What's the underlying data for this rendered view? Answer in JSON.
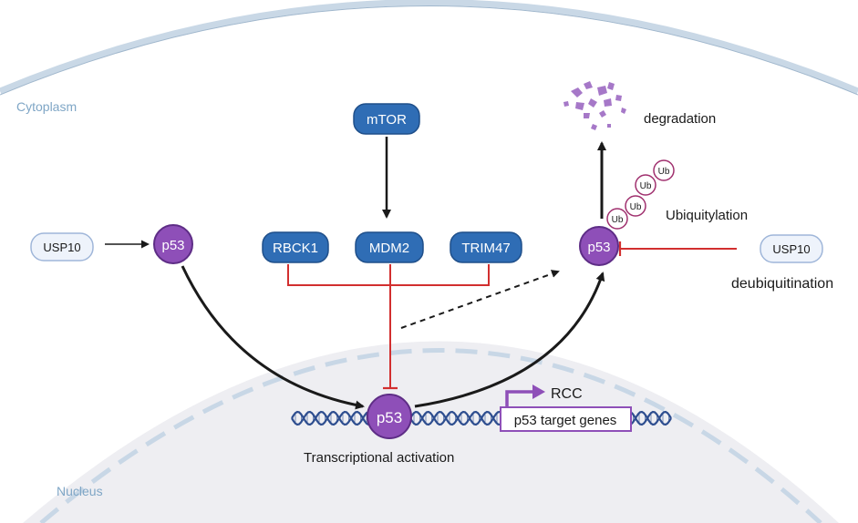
{
  "compartments": {
    "cytoplasm": "Cytoplasm",
    "nucleus": "Nucleus"
  },
  "nodes": {
    "mtor": "mTOR",
    "rbck1": "RBCK1",
    "mdm2": "MDM2",
    "trim47": "TRIM47",
    "usp10_left": "USP10",
    "usp10_right": "USP10",
    "p53_left": "p53",
    "p53_nucleus": "p53",
    "p53_right": "p53"
  },
  "ubiquitin_chain": [
    "Ub",
    "Ub",
    "Ub",
    "Ub"
  ],
  "labels": {
    "degradation": "degradation",
    "ubiquitylation": "Ubiquitylation",
    "deubiquitination": "deubiquitination",
    "transcriptional_activation": "Transcriptional activation",
    "rcc": "RCC",
    "target_genes": "p53 target genes"
  },
  "colors": {
    "membrane": "#c9d8e6",
    "membrane_stroke": "#9fb6cc",
    "nucleus_fill": "#eeeef2",
    "nucleus_dash": "#c8d7e6",
    "compartment_label": "#7fa6c6",
    "blue_node": "#2f6db5",
    "blue_node_stroke": "#1f4f8a",
    "usp10_fill": "#eef3fb",
    "usp10_stroke": "#9fb6d9",
    "p53_fill": "#8e4fb8",
    "p53_stroke": "#5e2d86",
    "ub_stroke": "#a0306e",
    "inhibit": "#d22f2f",
    "arrow": "#1a1a1a",
    "dna": "#2d4d8f",
    "gene_box": "#8e4fb8",
    "fragments": "#a678c8"
  }
}
